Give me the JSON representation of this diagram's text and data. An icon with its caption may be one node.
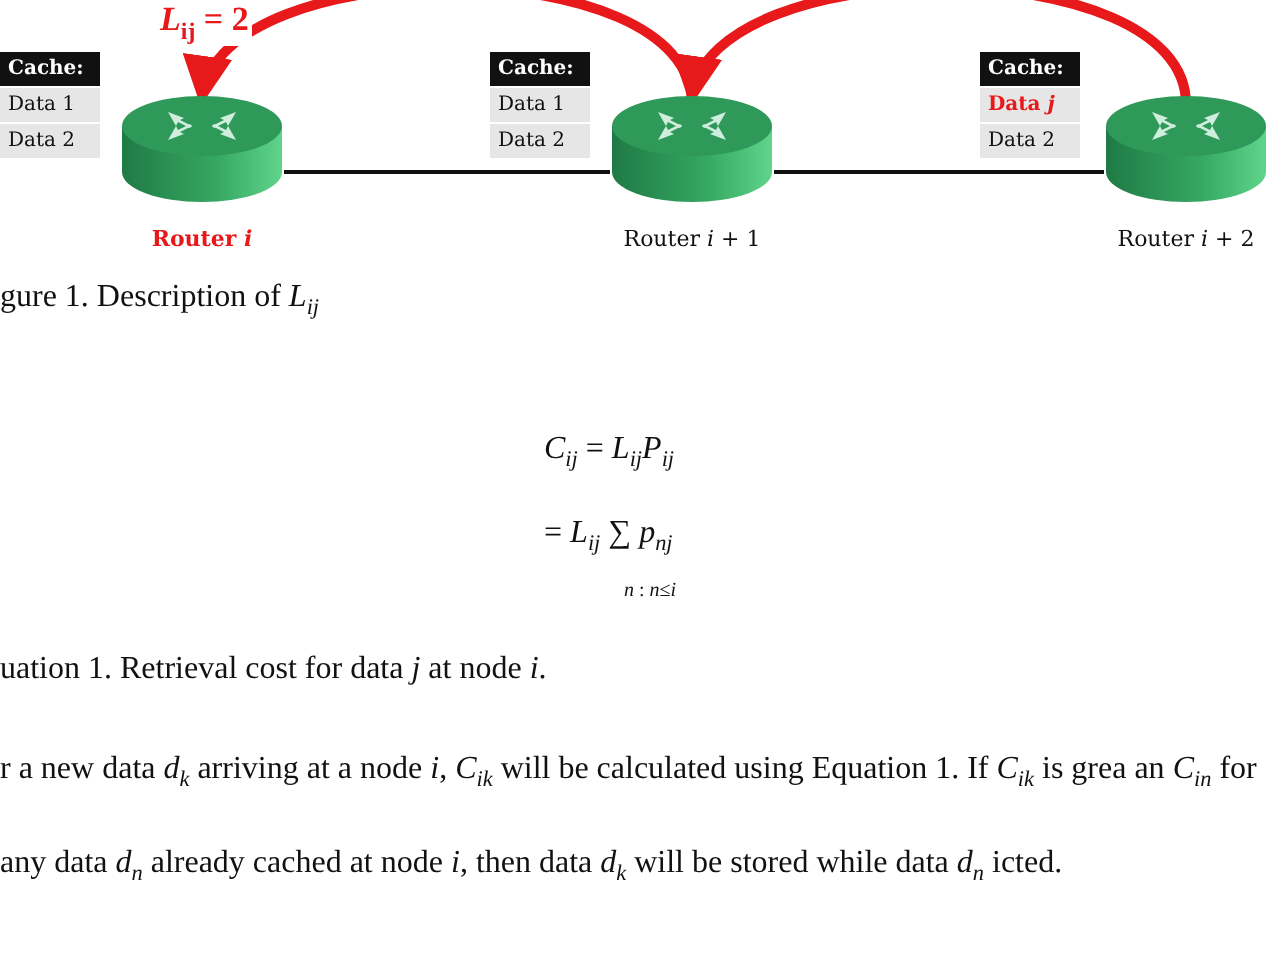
{
  "diagram": {
    "caption": "gure 1. Description of *L*$_{ij}$",
    "nodes": [
      {
        "text": [
          "Cache:",
          "Data 1",
          "Data 2"
        ]
      },
      {
        "text": [
          "Router *i*"
        ]
      },
      {
        "text": [
          "Cache:",
          "Data 1",
          "Data 2"
        ]
      },
      {
        "text": [
          "Router *i* + 1"
        ]
      },
      {
        "text": [
          "Cache:",
          "Data *j*",
          "Data 2"
        ]
      },
      {
        "text": [
          "Router *i* + 2"
        ]
      }
    ],
    "edges": [
      {
        "from": 1,
        "to": 3,
        "arrow": "none",
        "color": "#111111"
      },
      {
        "from": 3,
        "to": 5,
        "arrow": "none",
        "color": "#111111"
      },
      {
        "from": 3,
        "to": 1,
        "arrow": "to",
        "label": "*L*$_{ij}$ = 2",
        "style": "thick",
        "color": "#e8191b"
      },
      {
        "from": 5,
        "to": 3,
        "arrow": "to",
        "style": "thick",
        "color": "#e8191b"
      }
    ],
    "labels": [
      "*C*$_{ij}$ = *L*$_{ij}$*P*$_{ij}$",
      "= *L*$_{ij}$ ∑ *p*$_{nj}$",
      "*n* : *n*≤*i*",
      "uation 1. Retrieval cost for data *j* at node *i*.",
      "r a new data *d*$_{k}$ arriving at a node *i*, *C*$_{ik}$ will be calculated using Equation 1. If *C*$_{ik}$ is grea an *C*$_{in}$ for any data *d*$_{n}$ already cached at node *i*, then data *d*$_{k}$ will be stored while data *d*$_{n}$ icted."
    ]
  }
}
